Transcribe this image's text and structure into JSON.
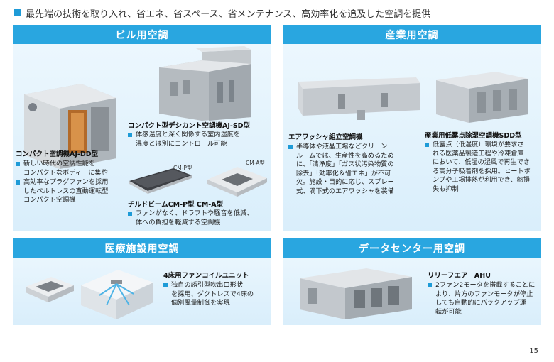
{
  "headline": "最先端の技術を取り入れ、省エネ、省スペース、省メンテナンス、高効率化を追及した空調を提供",
  "panels": {
    "building": {
      "title": "ビル用空調",
      "aj_dd": {
        "name": "コンパクト空調機AJ-DD型",
        "bullets": [
          "新しい時代の空調性能を\nコンパクトなボディーに集約",
          "高効率なプラグファンを採用\nしたベルトレスの直動運転型\nコンパクト空調機"
        ]
      },
      "aj_sd": {
        "name": "コンパクト型デシカント空調機AJ-SD型",
        "bullets": [
          "体感温度と深く関係する室内湿度を\n温度とは別にコントロール可能"
        ]
      },
      "chilled": {
        "name": "チルドビームCM-P型 CM-A型",
        "label_p": "CM-P型",
        "label_a": "CM-A型",
        "bullets": [
          "ファンがなく、ドラフトや騒音を低減、\n体への負担を軽減する空調機"
        ]
      }
    },
    "industrial": {
      "title": "産業用空調",
      "washer": {
        "name": "エアワッシャ組立空調機",
        "bullets": [
          "半導体や液晶工場などクリーン\nルームでは、生産性を高めるため\nに、「清浄度」「ガス状汚染物質の\n除去」「効率化＆省エネ」が不可\n欠。施設・目的に応じ、スプレー\n式、滴下式のエアワッシャを装備"
        ]
      },
      "sdd": {
        "name": "産業用低露点除湿空調機SDD型",
        "bullets": [
          "低露点（低湿度）環境が要求さ\nれる医薬品製造工程や冷凍倉庫\nにおいて、低湿の湿風で再生でき\nる高分子吸着剤を採用。ヒートポ\nンプや工場排熱が利用でき、熱損\n失も抑制"
        ]
      }
    },
    "medical": {
      "title": "医療施設用空調",
      "coil": {
        "name": "4床用ファンコイルユニット",
        "bullets": [
          "独自の誘引型吹出口形状\nを採用、ダクトレスで4床の\n個別風量制御を実現"
        ]
      }
    },
    "datacenter": {
      "title": "データセンター用空調",
      "ahu": {
        "name": "リリーフエア　AHU",
        "bullets": [
          "2ファン2モータを搭載することに\nより、片方のファンモータが停止\nしても自動的にバックアップ運\n転が可能"
        ]
      }
    }
  },
  "page_number": "15",
  "colors": {
    "accent": "#1e9bd7",
    "header": "#29a6e0",
    "panel_bg": "#e3f3fc"
  }
}
